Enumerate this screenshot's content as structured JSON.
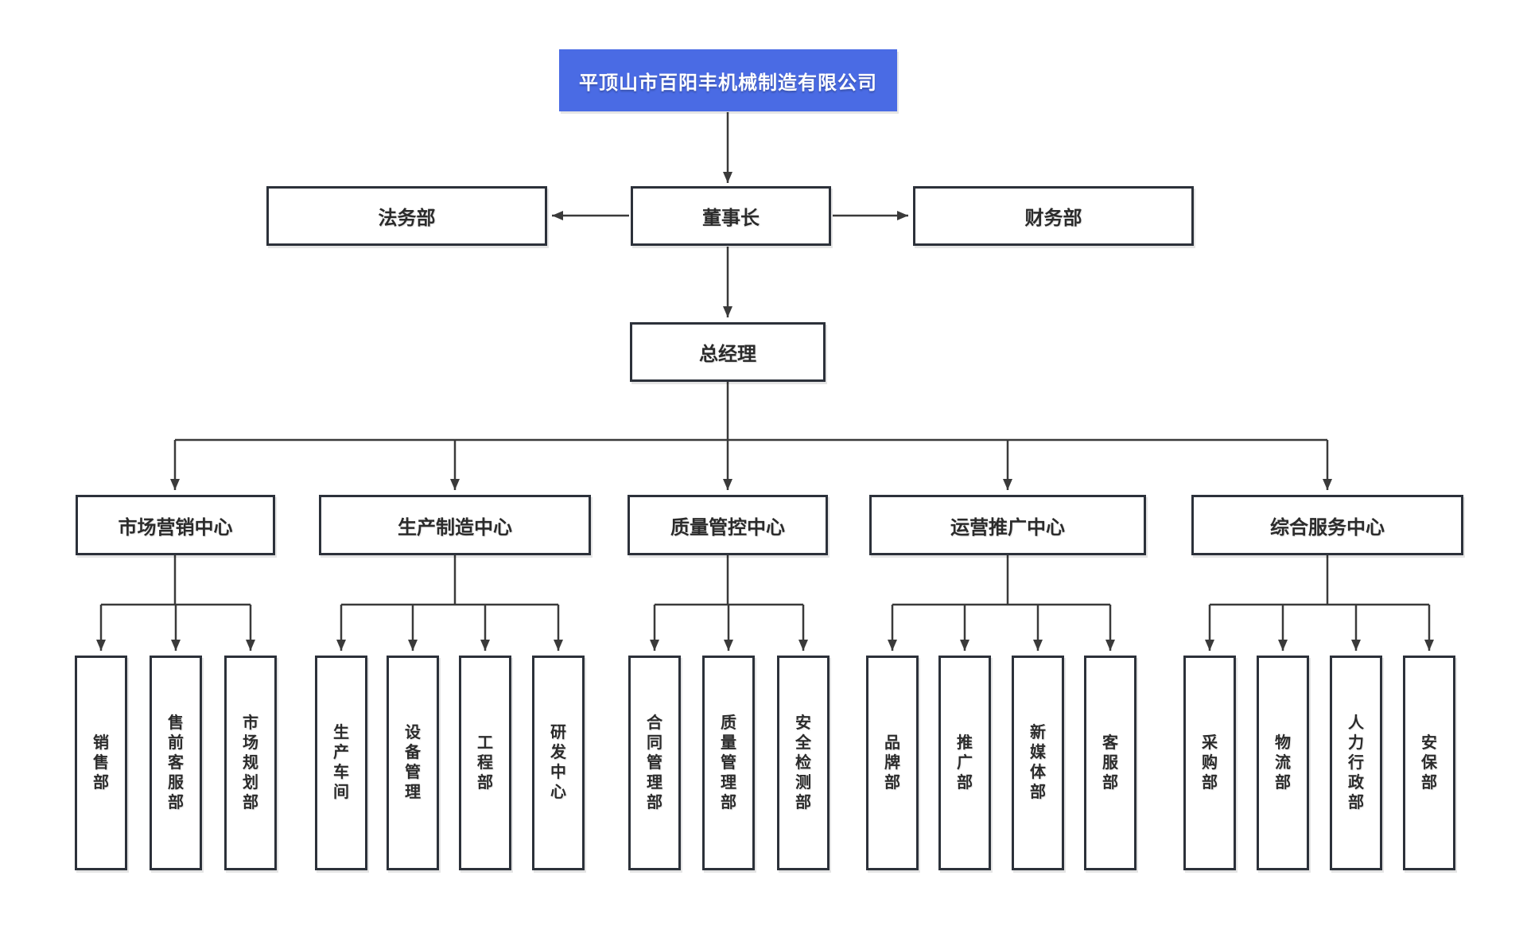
{
  "company": {
    "name": "平顶山市百阳丰机械制造有限公司"
  },
  "org": {
    "chairman": "董事长",
    "legal": "法务部",
    "finance": "财务部",
    "gm": "总经理",
    "centers": [
      {
        "label": "市场营销中心",
        "children": [
          "销售部",
          "售前客服部",
          "市场规划部"
        ]
      },
      {
        "label": "生产制造中心",
        "children": [
          "生产车间",
          "设备管理",
          "工程部",
          "研发中心"
        ]
      },
      {
        "label": "质量管控中心",
        "children": [
          "合同管理部",
          "质量管理部",
          "安全检测部"
        ]
      },
      {
        "label": "运营推广中心",
        "children": [
          "品牌部",
          "推广部",
          "新媒体部",
          "客服部"
        ]
      },
      {
        "label": "综合服务中心",
        "children": [
          "采购部",
          "物流部",
          "人力行政部",
          "安保部"
        ]
      }
    ]
  },
  "colors": {
    "accent_blue": "#4a6be4",
    "node_border": "#2c313a",
    "connector": "#3a3a3a",
    "text": "#2b2b2b",
    "background": "#ffffff"
  }
}
